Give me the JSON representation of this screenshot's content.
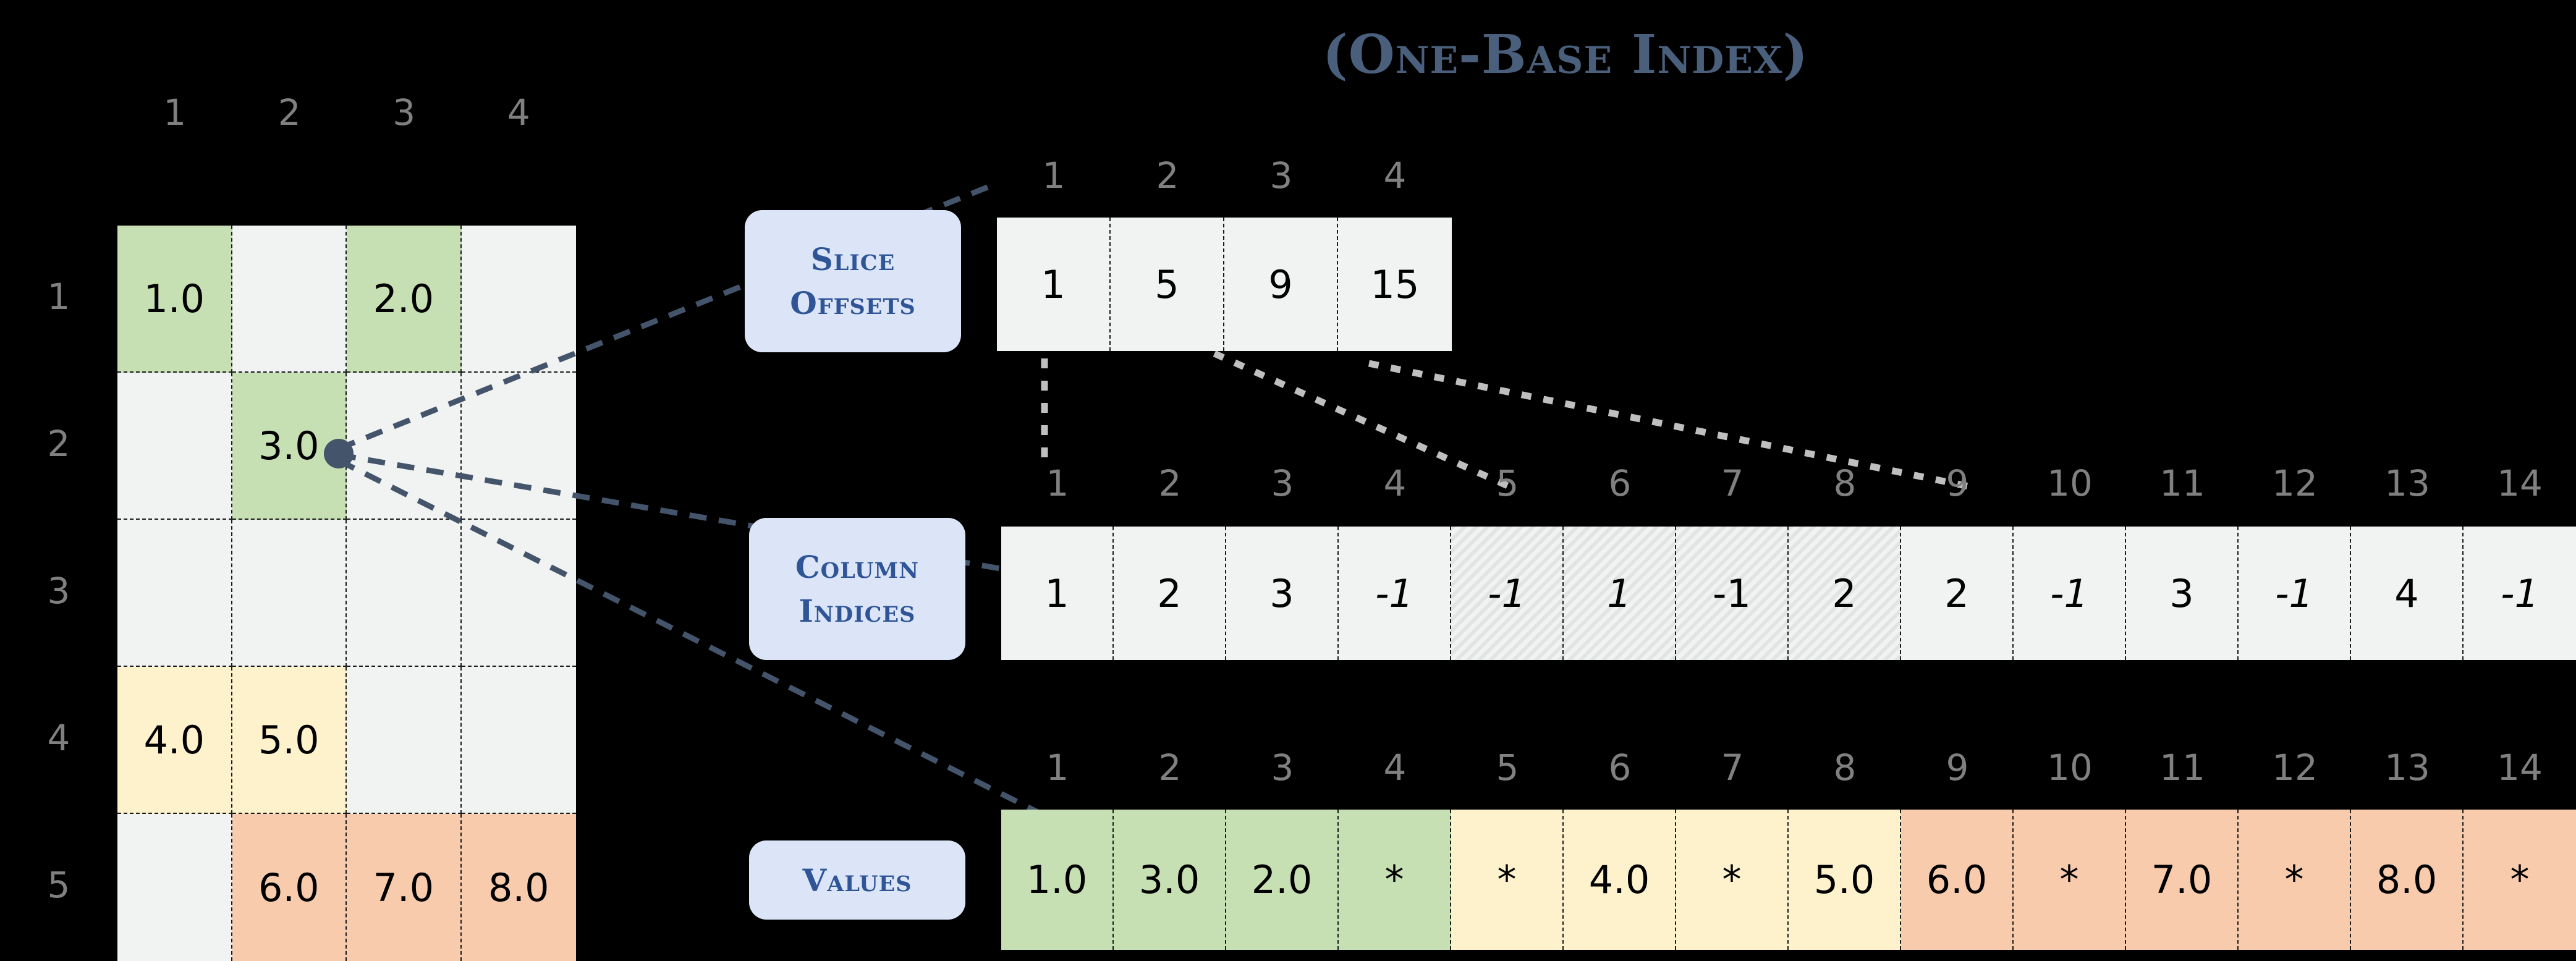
{
  "title": "(One-Base Index)",
  "colors": {
    "background": "#000000",
    "title_text": "#4a5f7c",
    "pill_bg": "#dbe5f7",
    "pill_text": "#2f5597",
    "cell_bg": "#f1f2f2",
    "green": "#c6e0b4",
    "yellow": "#fdf2cc",
    "orange": "#f8cbad",
    "header_text": "#808080",
    "arrow": "#44546a",
    "dot": "#44546a",
    "dotted_connector": "#bfbfbf"
  },
  "matrix": {
    "col_headers": [
      "1",
      "2",
      "3",
      "4"
    ],
    "row_headers": [
      "1",
      "2",
      "3",
      "4",
      "5"
    ],
    "rows": [
      [
        {
          "v": "1.0",
          "c": "green"
        },
        {
          "v": "",
          "c": ""
        },
        {
          "v": "2.0",
          "c": "green"
        },
        {
          "v": "",
          "c": ""
        }
      ],
      [
        {
          "v": "",
          "c": ""
        },
        {
          "v": "3.0",
          "c": "green"
        },
        {
          "v": "",
          "c": ""
        },
        {
          "v": "",
          "c": ""
        }
      ],
      [
        {
          "v": "",
          "c": ""
        },
        {
          "v": "",
          "c": ""
        },
        {
          "v": "",
          "c": ""
        },
        {
          "v": "",
          "c": ""
        }
      ],
      [
        {
          "v": "4.0",
          "c": "yellow"
        },
        {
          "v": "5.0",
          "c": "yellow"
        },
        {
          "v": "",
          "c": ""
        },
        {
          "v": "",
          "c": ""
        }
      ],
      [
        {
          "v": "",
          "c": ""
        },
        {
          "v": "6.0",
          "c": "orange"
        },
        {
          "v": "7.0",
          "c": "orange"
        },
        {
          "v": "8.0",
          "c": "orange"
        }
      ]
    ],
    "marker_cell": "row2-col2-right-edge"
  },
  "slice_offsets": {
    "label_line1": "Slice",
    "label_line2": "Offsets",
    "headers": [
      "1",
      "2",
      "3",
      "4"
    ],
    "values": [
      "1",
      "5",
      "9",
      "15"
    ]
  },
  "column_indices": {
    "label_line1": "Column",
    "label_line2": "Indices",
    "headers": [
      "1",
      "2",
      "3",
      "4",
      "5",
      "6",
      "7",
      "8",
      "9",
      "10",
      "11",
      "12",
      "13",
      "14"
    ],
    "values": [
      {
        "v": "1",
        "style": "plain"
      },
      {
        "v": "2",
        "style": "plain"
      },
      {
        "v": "3",
        "style": "plain"
      },
      {
        "v": "-1",
        "style": "italic"
      },
      {
        "v": "-1",
        "style": "italic-hatch"
      },
      {
        "v": "1",
        "style": "italic-hatch"
      },
      {
        "v": "-1",
        "style": "hatch"
      },
      {
        "v": "2",
        "style": "hatch"
      },
      {
        "v": "2",
        "style": "plain"
      },
      {
        "v": "-1",
        "style": "italic"
      },
      {
        "v": "3",
        "style": "plain"
      },
      {
        "v": "-1",
        "style": "italic"
      },
      {
        "v": "4",
        "style": "plain"
      },
      {
        "v": "-1",
        "style": "italic"
      }
    ]
  },
  "values_array": {
    "label": "Values",
    "headers": [
      "1",
      "2",
      "3",
      "4",
      "5",
      "6",
      "7",
      "8",
      "9",
      "10",
      "11",
      "12",
      "13",
      "14"
    ],
    "values": [
      {
        "v": "1.0",
        "c": "green"
      },
      {
        "v": "3.0",
        "c": "green"
      },
      {
        "v": "2.0",
        "c": "green"
      },
      {
        "v": "*",
        "c": "green"
      },
      {
        "v": "*",
        "c": "yellow"
      },
      {
        "v": "4.0",
        "c": "yellow"
      },
      {
        "v": "*",
        "c": "yellow"
      },
      {
        "v": "5.0",
        "c": "yellow"
      },
      {
        "v": "6.0",
        "c": "orange"
      },
      {
        "v": "*",
        "c": "orange"
      },
      {
        "v": "7.0",
        "c": "orange"
      },
      {
        "v": "*",
        "c": "orange"
      },
      {
        "v": "8.0",
        "c": "orange"
      },
      {
        "v": "*",
        "c": "orange"
      }
    ]
  }
}
